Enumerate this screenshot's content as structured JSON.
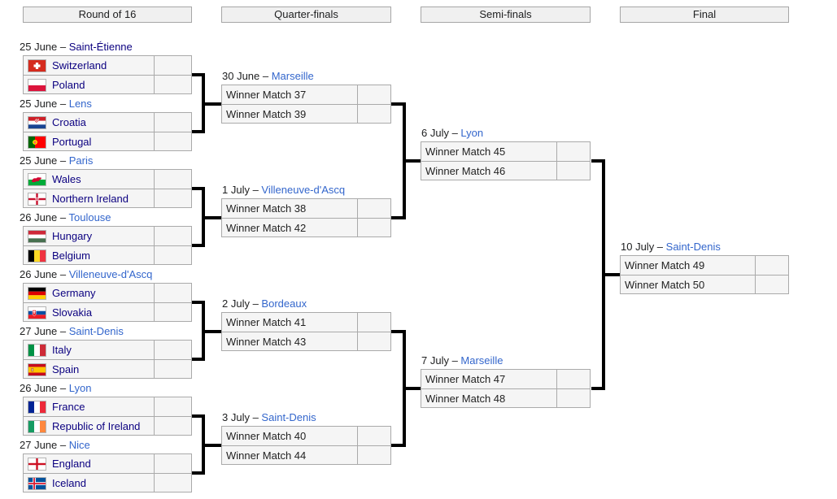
{
  "colors": {
    "link_blue": "#3366cc",
    "link_visited": "#0b0080",
    "text": "#202122",
    "box_border": "#aaaaaa",
    "box_bg": "#f5f5f5",
    "header_bg": "#f0f0f0",
    "connector": "#000000"
  },
  "headers": [
    {
      "label": "Round of 16"
    },
    {
      "label": "Quarter-finals"
    },
    {
      "label": "Semi-finals"
    },
    {
      "label": "Final"
    }
  ],
  "rounds": [
    {
      "name": "round-of-16",
      "matches": [
        {
          "date": "25 June",
          "venue": "Saint-Étienne",
          "venue_visited": true,
          "teams": [
            {
              "name": "Switzerland",
              "flag": "switzerland",
              "score": "",
              "is_link": true
            },
            {
              "name": "Poland",
              "flag": "poland",
              "score": "",
              "is_link": true
            }
          ]
        },
        {
          "date": "25 June",
          "venue": "Lens",
          "venue_visited": false,
          "teams": [
            {
              "name": "Croatia",
              "flag": "croatia",
              "score": "",
              "is_link": true
            },
            {
              "name": "Portugal",
              "flag": "portugal",
              "score": "",
              "is_link": true
            }
          ]
        },
        {
          "date": "25 June",
          "venue": "Paris",
          "venue_visited": false,
          "teams": [
            {
              "name": "Wales",
              "flag": "wales",
              "score": "",
              "is_link": true
            },
            {
              "name": "Northern Ireland",
              "flag": "northern-ireland",
              "score": "",
              "is_link": true
            }
          ]
        },
        {
          "date": "26 June",
          "venue": "Toulouse",
          "venue_visited": false,
          "teams": [
            {
              "name": "Hungary",
              "flag": "hungary",
              "score": "",
              "is_link": true
            },
            {
              "name": "Belgium",
              "flag": "belgium",
              "score": "",
              "is_link": true
            }
          ]
        },
        {
          "date": "26 June",
          "venue": "Villeneuve-d'Ascq",
          "venue_visited": false,
          "teams": [
            {
              "name": "Germany",
              "flag": "germany",
              "score": "",
              "is_link": true
            },
            {
              "name": "Slovakia",
              "flag": "slovakia",
              "score": "",
              "is_link": true
            }
          ]
        },
        {
          "date": "27 June",
          "venue": "Saint-Denis",
          "venue_visited": false,
          "teams": [
            {
              "name": "Italy",
              "flag": "italy",
              "score": "",
              "is_link": true
            },
            {
              "name": "Spain",
              "flag": "spain",
              "score": "",
              "is_link": true
            }
          ]
        },
        {
          "date": "26 June",
          "venue": "Lyon",
          "venue_visited": false,
          "teams": [
            {
              "name": "France",
              "flag": "france",
              "score": "",
              "is_link": true
            },
            {
              "name": "Republic of Ireland",
              "flag": "ireland",
              "score": "",
              "is_link": true
            }
          ]
        },
        {
          "date": "27 June",
          "venue": "Nice",
          "venue_visited": false,
          "teams": [
            {
              "name": "England",
              "flag": "england",
              "score": "",
              "is_link": true
            },
            {
              "name": "Iceland",
              "flag": "iceland",
              "score": "",
              "is_link": true
            }
          ]
        }
      ]
    },
    {
      "name": "quarter-finals",
      "matches": [
        {
          "date": "30 June",
          "venue": "Marseille",
          "venue_visited": false,
          "teams": [
            {
              "name": "Winner Match 37",
              "score": ""
            },
            {
              "name": "Winner Match 39",
              "score": ""
            }
          ]
        },
        {
          "date": "1 July",
          "venue": "Villeneuve-d'Ascq",
          "venue_visited": false,
          "teams": [
            {
              "name": "Winner Match 38",
              "score": ""
            },
            {
              "name": "Winner Match 42",
              "score": ""
            }
          ]
        },
        {
          "date": "2 July",
          "venue": "Bordeaux",
          "venue_visited": false,
          "teams": [
            {
              "name": "Winner Match 41",
              "score": ""
            },
            {
              "name": "Winner Match 43",
              "score": ""
            }
          ]
        },
        {
          "date": "3 July",
          "venue": "Saint-Denis",
          "venue_visited": false,
          "teams": [
            {
              "name": "Winner Match 40",
              "score": ""
            },
            {
              "name": "Winner Match 44",
              "score": ""
            }
          ]
        }
      ]
    },
    {
      "name": "semi-finals",
      "matches": [
        {
          "date": "6 July",
          "venue": "Lyon",
          "venue_visited": false,
          "teams": [
            {
              "name": "Winner Match 45",
              "score": ""
            },
            {
              "name": "Winner Match 46",
              "score": ""
            }
          ]
        },
        {
          "date": "7 July",
          "venue": "Marseille",
          "venue_visited": false,
          "teams": [
            {
              "name": "Winner Match 47",
              "score": ""
            },
            {
              "name": "Winner Match 48",
              "score": ""
            }
          ]
        }
      ]
    },
    {
      "name": "final",
      "matches": [
        {
          "date": "10 July",
          "venue": "Saint-Denis",
          "venue_visited": false,
          "teams": [
            {
              "name": "Winner Match 49",
              "score": ""
            },
            {
              "name": "Winner Match 50",
              "score": ""
            }
          ]
        }
      ]
    }
  ]
}
